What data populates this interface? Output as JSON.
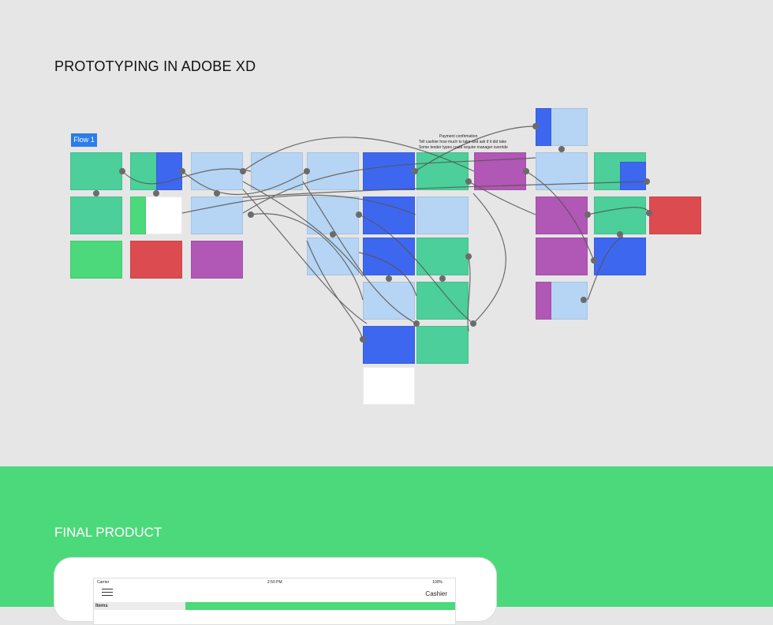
{
  "prototype": {
    "title": "PROTOTYPING IN ADOBE XD",
    "flow_label": "Flow 1",
    "note": [
      "Payment confirmation",
      "Tell cashier how much to take and ask if it did take",
      "Some tender types could require manager override"
    ]
  },
  "final": {
    "title": "FINAL PRODUCT",
    "device": {
      "carrier": "Carrier",
      "time": "2:50 PM",
      "battery": "100%",
      "header_title": "Cashier",
      "sidebar_heading": "Items"
    }
  },
  "colors": {
    "teal": "#4ccf9a",
    "blue": "#3d67ef",
    "lightblue": "#b6d4f3",
    "purple": "#b157b5",
    "red": "#db4b4f",
    "green": "#4cd97b",
    "badge": "#2b7de9"
  }
}
